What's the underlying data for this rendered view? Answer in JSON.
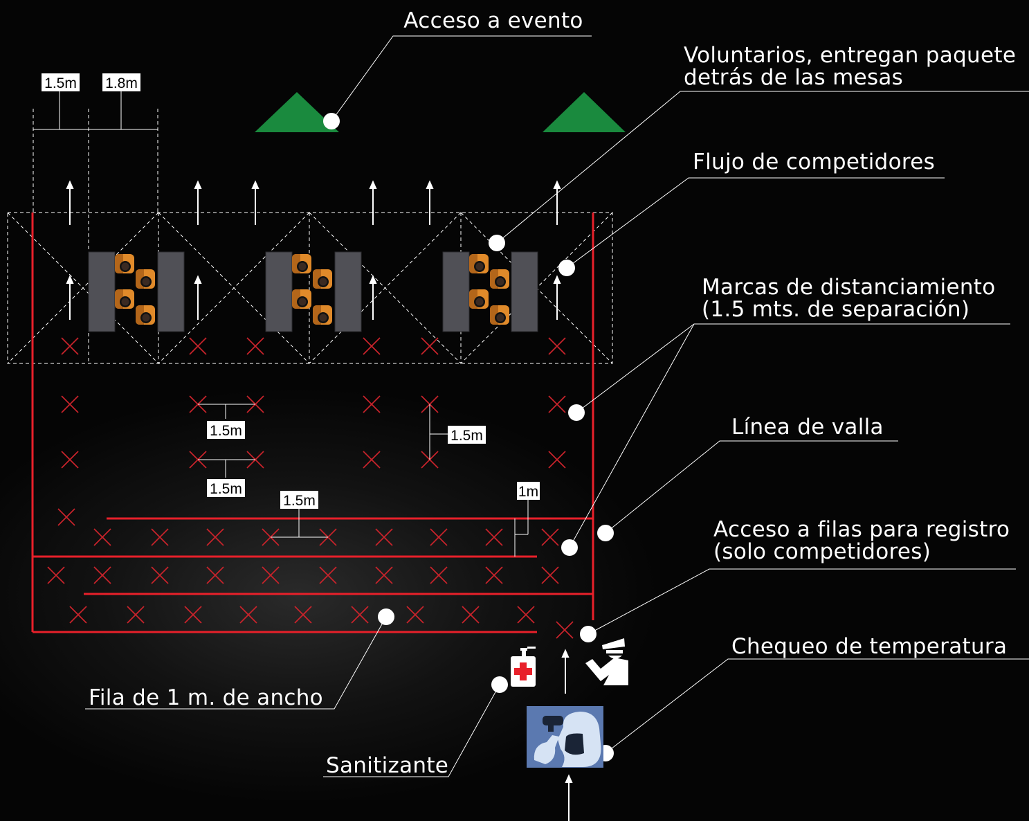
{
  "colors": {
    "fence": "#e8202a",
    "marks": "#c8232b",
    "access": "#1a8a3e",
    "table": "#505056",
    "volunteer": "#e08a2a",
    "temp_bg": "#5b79b0"
  },
  "labels": {
    "acceso_evento": "Acceso a evento",
    "voluntarios_1": "Voluntarios, entregan paquete",
    "voluntarios_2": "detrás de las mesas",
    "flujo": "Flujo de competidores",
    "marcas_1": "Marcas de distanciamiento",
    "marcas_2": "(1.5 mts. de separación)",
    "linea_valla": "Línea de valla",
    "acceso_filas_1": "Acceso a filas para registro",
    "acceso_filas_2": "(solo competidores)",
    "chequeo": "Chequeo de temperatura",
    "fila": "Fila de 1 m. de ancho",
    "sanitizante": "Sanitizante"
  },
  "dimensions": {
    "d1": "1.5m",
    "d2": "1.8m",
    "d3": "1.5m",
    "d4": "1.5m",
    "d5": "1.5m",
    "d6": "1.5m",
    "d7": "1m"
  },
  "icons": {
    "access_markers": "green-triangle-icon",
    "volunteers": "volunteer-icon",
    "sanitizer": "sanitizer-icon",
    "guard": "security-guard-icon",
    "temperature": "temperature-check-icon"
  }
}
